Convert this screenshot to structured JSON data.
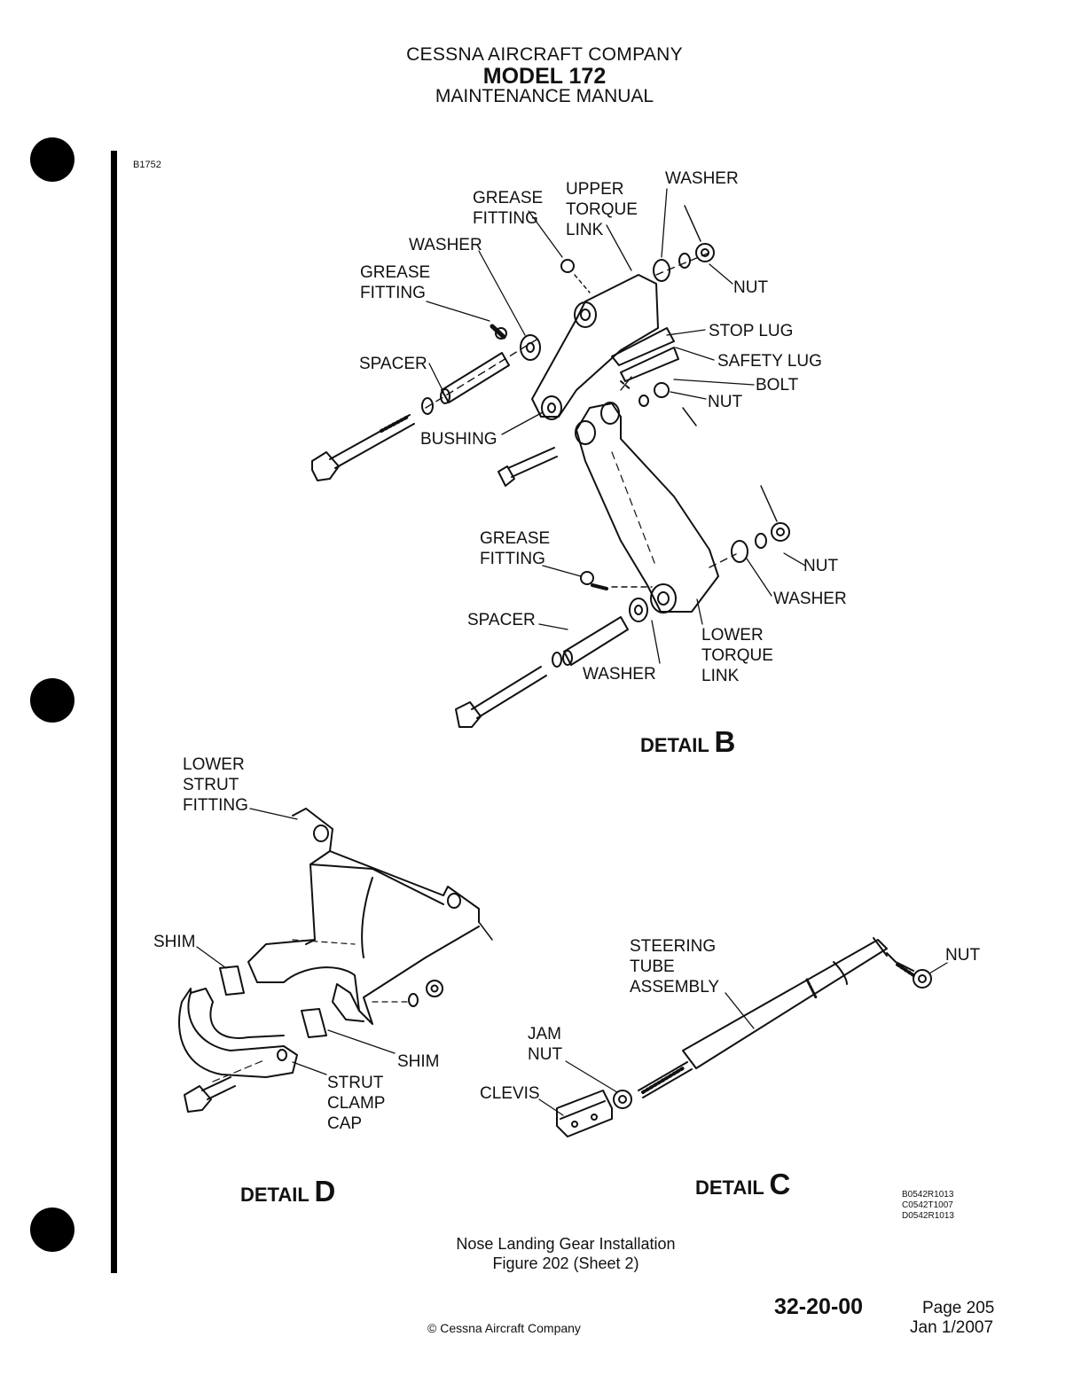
{
  "header": {
    "company": "CESSNA AIRCRAFT COMPANY",
    "model": "MODEL 172",
    "manual": "MAINTENANCE MANUAL"
  },
  "art_code": "B1752",
  "labels": {
    "washer_top": "WASHER",
    "grease_fitting_top": "GREASE\nFITTING",
    "upper_torque_link": "UPPER\nTORQUE\nLINK",
    "washer_left": "WASHER",
    "grease_fitting_left": "GREASE\nFITTING",
    "nut_top": "NUT",
    "stop_lug": "STOP LUG",
    "safety_lug": "SAFETY LUG",
    "bolt": "BOLT",
    "nut_mid": "NUT",
    "spacer_top": "SPACER",
    "bushing": "BUSHING",
    "grease_fitting_lower": "GREASE\nFITTING",
    "nut_lower": "NUT",
    "washer_right": "WASHER",
    "spacer_lower": "SPACER",
    "lower_torque_link": "LOWER\nTORQUE\nLINK",
    "washer_bottom": "WASHER",
    "lower_strut_fitting": "LOWER\nSTRUT\nFITTING",
    "shim_left": "SHIM",
    "shim_right": "SHIM",
    "strut_clamp_cap": "STRUT\nCLAMP\nCAP",
    "steering_tube_assembly": "STEERING\nTUBE\nASSEMBLY",
    "nut_steering": "NUT",
    "jam_nut": "JAM\nNUT",
    "clevis": "CLEVIS"
  },
  "details": {
    "b": {
      "word": "DETAIL",
      "letter": "B"
    },
    "c": {
      "word": "DETAIL",
      "letter": "C"
    },
    "d": {
      "word": "DETAIL",
      "letter": "D"
    }
  },
  "ref_codes": [
    "B0542R1013",
    "C0542T1007",
    "D0542R1013"
  ],
  "caption": {
    "title": "Nose Landing Gear Installation",
    "figure": "Figure 202 (Sheet 2)"
  },
  "footer": {
    "section": "32-20-00",
    "page": "Page 205",
    "date": "Jan 1/2007",
    "copyright": "© Cessna Aircraft Company"
  }
}
